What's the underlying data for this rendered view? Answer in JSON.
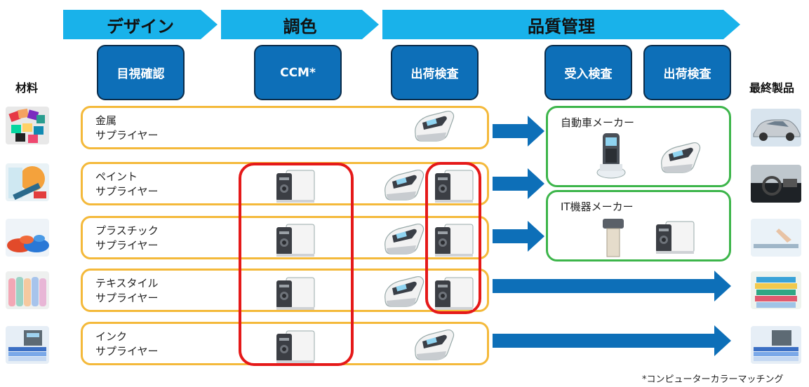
{
  "stages": {
    "design": "デザイン",
    "color": "調色",
    "quality": "品質管理"
  },
  "steps": {
    "visual": "目視確認",
    "ccm": "CCM*",
    "ship1": "出荷検査",
    "receive": "受入検査",
    "ship2": "出荷検査"
  },
  "side": {
    "materials": "材料",
    "final": "最終製品"
  },
  "rows": [
    {
      "line1": "金属",
      "line2": "サプライヤー"
    },
    {
      "line1": "ペイント",
      "line2": "サプライヤー"
    },
    {
      "line1": "プラスチック",
      "line2": "サプライヤー"
    },
    {
      "line1": "テキスタイル",
      "line2": "サプライヤー"
    },
    {
      "line1": "インク",
      "line2": "サプライヤー"
    }
  ],
  "customers": {
    "auto": "自動車メーカー",
    "it": "IT機器メーカー"
  },
  "footnote": "*コンピューターカラーマッチング",
  "colors": {
    "chevron": "#19b2ea",
    "step_box": "#0d6fb8",
    "row_border": "#f4b93a",
    "ccm_border": "#e51919",
    "customer_border": "#3cb54a",
    "arrow": "#0d6fb8"
  }
}
